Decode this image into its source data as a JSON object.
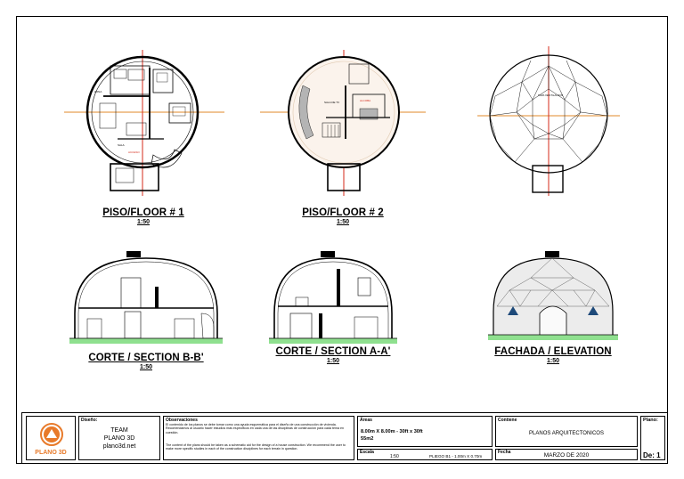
{
  "views": {
    "floor1": {
      "title": "PISO/FLOOR # 1",
      "scale": "1:50"
    },
    "floor2": {
      "title": "PISO/FLOOR # 2",
      "scale": "1:50"
    },
    "sectionB": {
      "title": "CORTE / SECTION B-B'",
      "scale": "1:50"
    },
    "sectionA": {
      "title": "CORTE / SECTION A-A'",
      "scale": "1:50"
    },
    "elevation": {
      "title": "FACHADA / ELEVATION",
      "scale": "1:50"
    }
  },
  "title_block": {
    "logo_text": "PLANO 3D",
    "design_label": "Diseño:",
    "design_lines": [
      "TEAM",
      "PLANO 3D",
      "plano3d.net"
    ],
    "notes_label": "Observaciones",
    "notes_es": "El contenido de los planos se debe tomar como una ayuda esquemática para el diseño de una construcción de vivienda. Recomendamos al usuario hacer estudios más específicos en cada una de las disciplinas de construcción para cada tema en cuestión.",
    "notes_en": "The content of the plans should be taken as a schematic aid for the design of a house construction. We recommend the user to make more specific studies in each of the construction disciplines for each terrain in question.",
    "area_label": "Áreas",
    "area_line1": "8.00m X 8.00m - 30ft x 30ft",
    "area_line2": "55m2",
    "scale_label": "Escala",
    "scale_value": "1:50",
    "sheet_size": "PLIEGO B1 - 1.00m X 0.70m",
    "content_label": "Contiene",
    "content_value": "PLANOS ARQUITECTONICOS",
    "date_label": "Fecha",
    "date_value": "MARZO DE 2020",
    "plan_label": "Plano:",
    "plan_value": "De: 1"
  },
  "colors": {
    "line": "#000000",
    "red_axis": "#d42a1a",
    "orange_axis": "#e08a2a",
    "grass": "#8fe08f",
    "logo_orange": "#e87a2a"
  }
}
